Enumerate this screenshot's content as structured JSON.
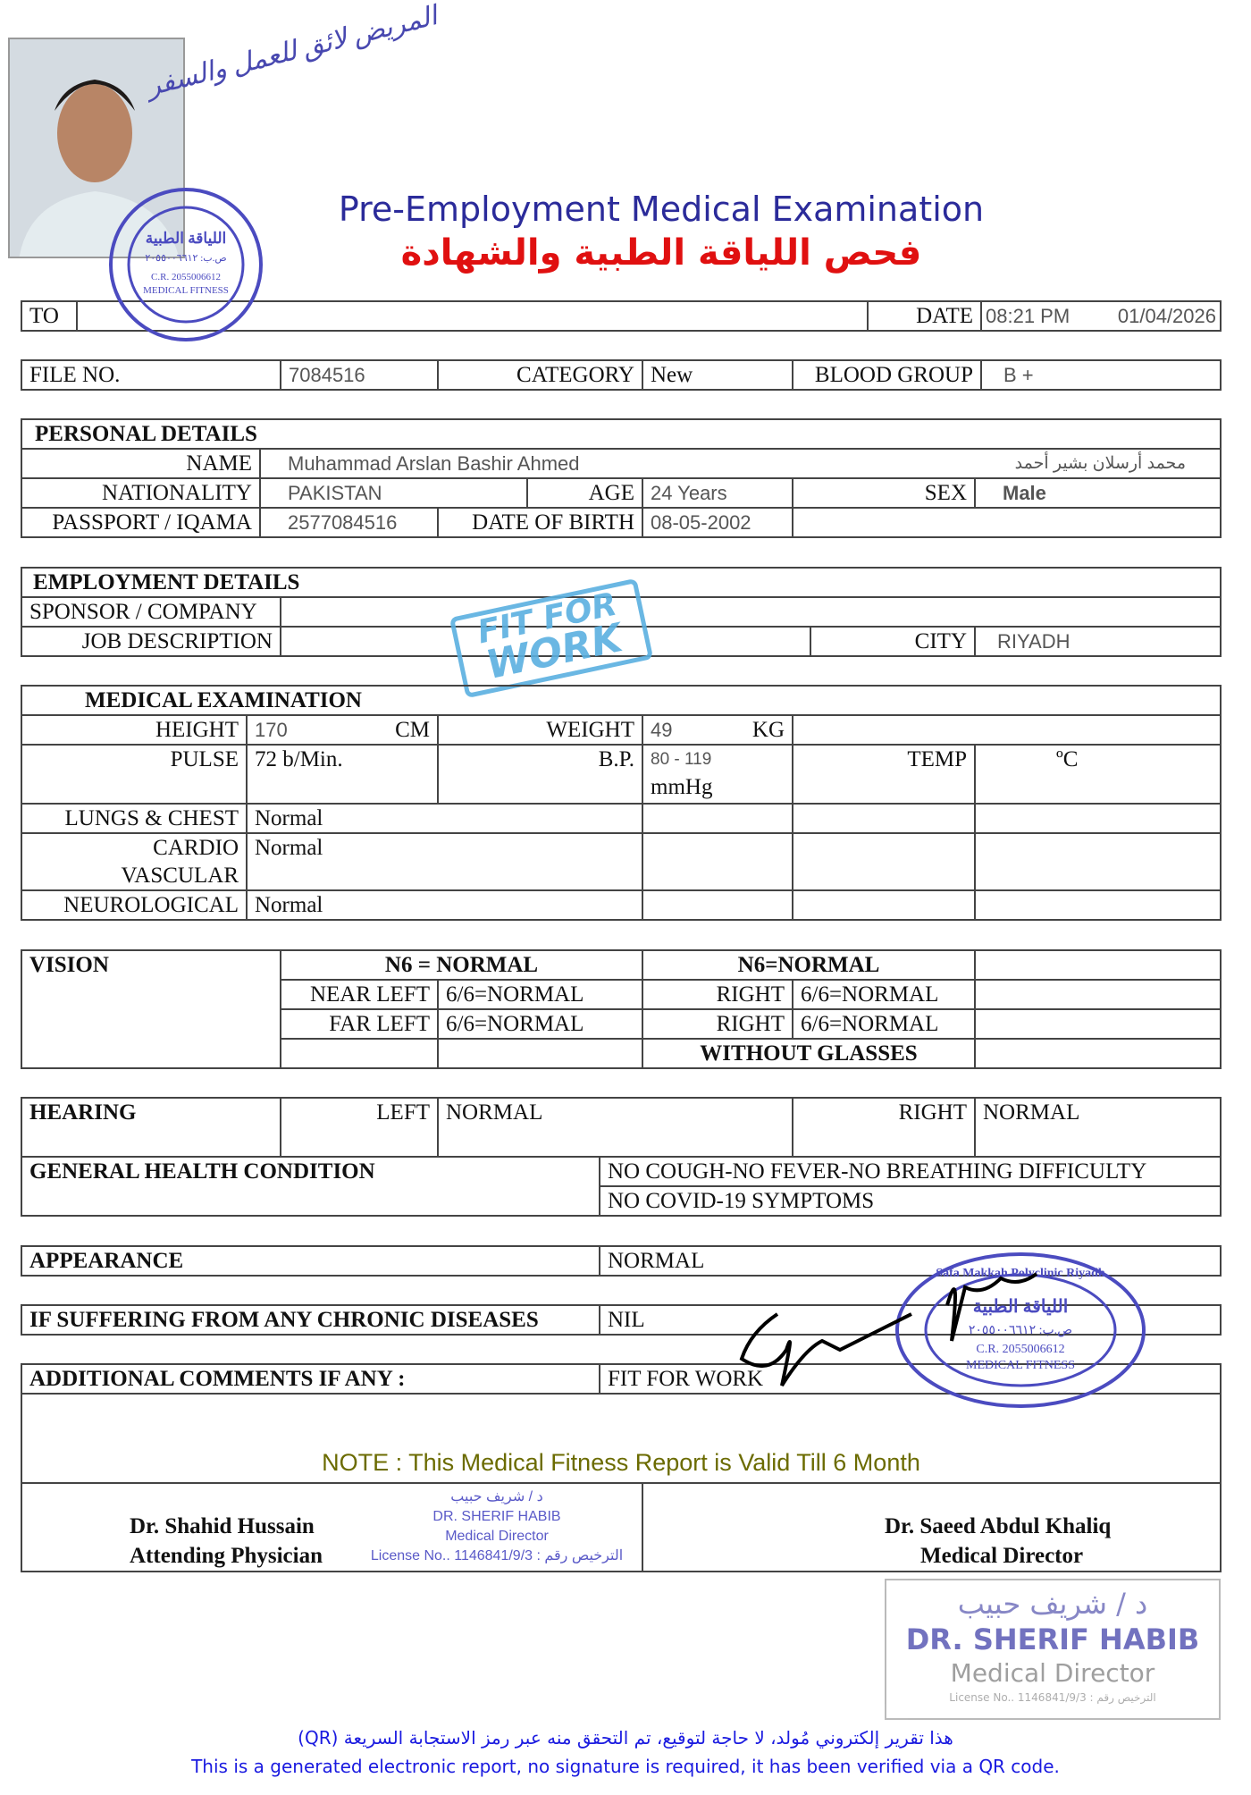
{
  "header": {
    "title_en": "Pre-Employment Medical Examination",
    "title_ar": "فحص اللياقة الطبية والشهادة",
    "handwritten_note": "المريض لائق للعمل والسفر"
  },
  "top": {
    "to_label": "TO",
    "date_label": "DATE",
    "time": "08:21  PM",
    "date": "01/04/2026"
  },
  "file": {
    "file_no_label": "FILE NO.",
    "file_no": "7084516",
    "category_label": "CATEGORY",
    "category": "New",
    "blood_group_label": "BLOOD GROUP",
    "blood_group": "B +"
  },
  "personal": {
    "heading": "PERSONAL DETAILS",
    "name_label": "NAME",
    "name": "Muhammad Arslan Bashir Ahmed",
    "name_ar": "محمد أرسلان بشير أحمد",
    "nationality_label": "NATIONALITY",
    "nationality": "PAKISTAN",
    "age_label": "AGE",
    "age": "24 Years",
    "sex_label": "SEX",
    "sex": "Male",
    "passport_label": "PASSPORT / IQAMA",
    "passport": "2577084516",
    "dob_label": "DATE OF BIRTH",
    "dob": "08-05-2002"
  },
  "employment": {
    "heading": "EMPLOYMENT DETAILS",
    "sponsor_label": "SPONSOR / COMPANY",
    "job_label": "JOB DESCRIPTION",
    "city_label": "CITY",
    "city": "RIYADH",
    "stamp_line1": "FIT FOR",
    "stamp_line2": "WORK"
  },
  "medical": {
    "heading": "MEDICAL EXAMINATION",
    "height_label": "HEIGHT",
    "height": "170",
    "height_unit": "CM",
    "weight_label": "WEIGHT",
    "weight": "49",
    "weight_unit": "KG",
    "pulse_label": "PULSE",
    "pulse": "72 b/Min.",
    "bp_label": "B.P.",
    "bp": "80 - 119",
    "bp_unit": "mmHg",
    "temp_label": "TEMP",
    "temp_unit": "ºC",
    "lungs_label": "LUNGS & CHEST",
    "lungs": "Normal",
    "cardio_label1": "CARDIO",
    "cardio_label2": "VASCULAR",
    "cardio": "Normal",
    "neuro_label": "NEUROLOGICAL",
    "neuro": "Normal"
  },
  "vision": {
    "heading": "VISION",
    "n6_left": "N6 = NORMAL",
    "n6_right": "N6=NORMAL",
    "near_left_label": "NEAR LEFT",
    "near_left": "6/6=NORMAL",
    "near_right_label": "RIGHT",
    "near_right": "6/6=NORMAL",
    "far_left_label": "FAR LEFT",
    "far_left": "6/6=NORMAL",
    "far_right_label": "RIGHT",
    "far_right": "6/6=NORMAL",
    "glasses": "WITHOUT GLASSES"
  },
  "hearing": {
    "heading": "HEARING",
    "left_label": "LEFT",
    "left": "NORMAL",
    "right_label": "RIGHT",
    "right": "NORMAL"
  },
  "general": {
    "heading": "GENERAL HEALTH CONDITION",
    "line1": "NO COUGH-NO FEVER-NO BREATHING DIFFICULTY",
    "line2": "NO COVID-19 SYMPTOMS"
  },
  "appearance": {
    "label": "APPEARANCE",
    "value": "NORMAL"
  },
  "chronic": {
    "label": "IF SUFFERING FROM ANY CHRONIC DISEASES",
    "value": "NIL"
  },
  "comments": {
    "label": "ADDITIONAL COMMENTS IF ANY :",
    "value": "FIT FOR WORK"
  },
  "note": "NOTE : This Medical Fitness Report is Valid Till 6 Month",
  "signatures": {
    "physician_name": "Dr. Shahid Hussain",
    "physician_title": "Attending Physician",
    "director_name": "Dr. Saeed Abdul Khaliq",
    "director_title": "Medical Director"
  },
  "stamps": {
    "clinic_ar": "اللياقة الطبية",
    "po_box": "ص.ب: ٢٠٥٥٠٠٦٦١٢",
    "cr": "C.R. 2055006612",
    "fitness": "MEDICAL FITNESS",
    "ring": "Safa Makkah Polyclinic Riyadh",
    "doc_ar": "د / شريف حبيب",
    "doc_en": "DR. SHERIF HABIB",
    "doc_title": "Medical Director",
    "license": "License No.. 1146841/9/3 : الترخيص رقم"
  },
  "footer": {
    "ar": "هذا تقرير إلكتروني مُولد، لا حاجة لتوقيع، تم التحقق منه عبر رمز الاستجابة السريعة (QR)",
    "en": "This is a generated electronic report, no signature is required, it has been verified via a QR code."
  },
  "colors": {
    "title_blue": "#2b2b9a",
    "title_red": "#e01010",
    "note_olive": "#6b6b00",
    "footer_blue": "#1a1ae0",
    "stamp_blue": "#4b4bc0",
    "fit_stamp": "#5ab0e0"
  }
}
